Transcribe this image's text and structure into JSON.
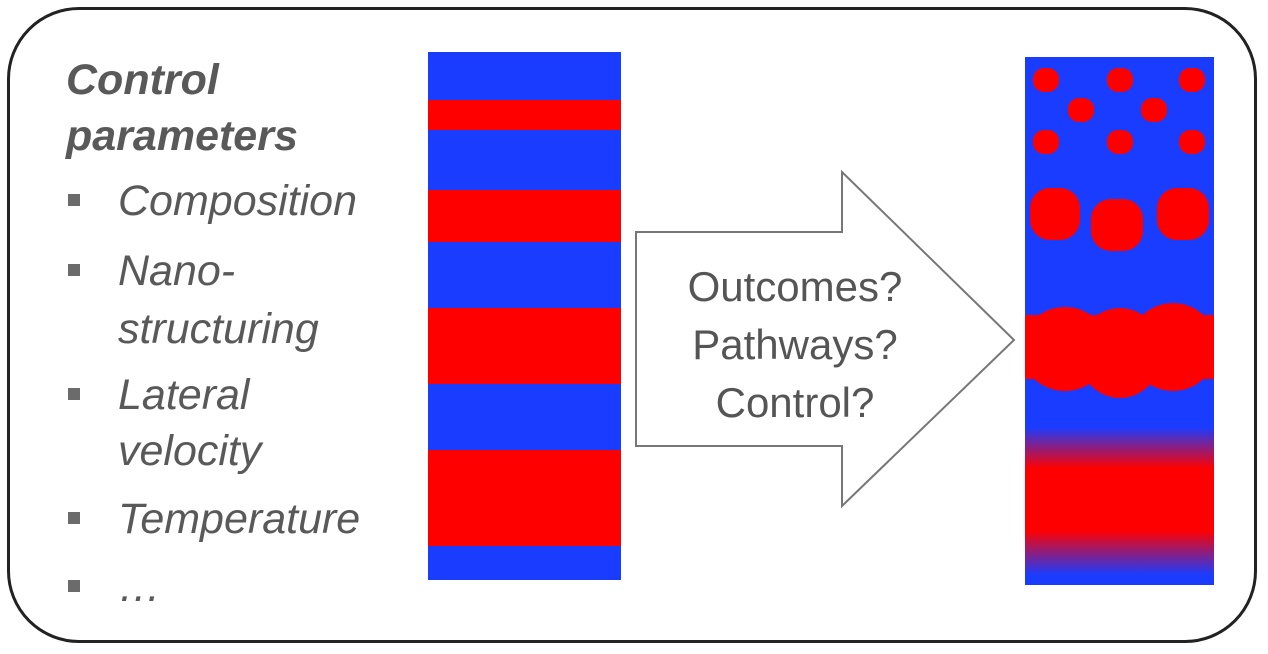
{
  "colors": {
    "blue": "#1a3cff",
    "red": "#ff0000",
    "text": "#595959",
    "border": "#222222"
  },
  "heading": [
    "Control",
    "parameters"
  ],
  "bullets": [
    {
      "lines": [
        "Composition"
      ]
    },
    {
      "lines": [
        "Nano-",
        "structuring"
      ]
    },
    {
      "lines": [
        "Lateral",
        "velocity"
      ]
    },
    {
      "lines": [
        "Temperature"
      ]
    },
    {
      "lines": [
        "…"
      ]
    }
  ],
  "arrow_lines": [
    "Outcomes?",
    "Pathways?",
    "Control?"
  ]
}
